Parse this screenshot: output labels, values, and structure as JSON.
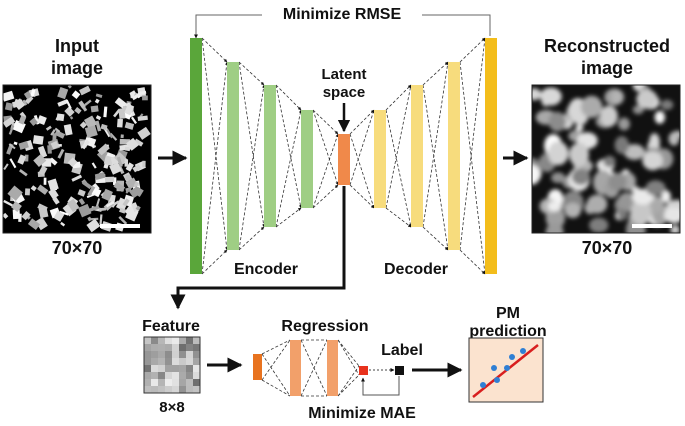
{
  "labels": {
    "input_image": [
      "Input",
      "image"
    ],
    "input_size": "70×70",
    "minimize_rmse": "Minimize RMSE",
    "latent_space": [
      "Latent",
      "space"
    ],
    "reconstructed_image": [
      "Reconstructed",
      "image"
    ],
    "reconstructed_size": "70×70",
    "encoder": "Encoder",
    "decoder": "Decoder",
    "feature": "Feature",
    "feature_size": "8×8",
    "regression": "Regression",
    "label": "Label",
    "minimize_mae": "Minimize MAE",
    "pm_prediction": [
      "PM",
      "prediction"
    ]
  },
  "colors": {
    "encoder_outer": "#5aa63a",
    "encoder_inner": "#9fce84",
    "latent": "#f0894a",
    "decoder_inner": "#f7dc7d",
    "decoder_outer": "#f3bd1b",
    "regression_outer": "#e8731f",
    "regression_inner": "#f2a06a",
    "label_input": "#e8321d",
    "scatter_bg": "#fbe3cf",
    "scatter_points": "#2f7fd4",
    "fit_line": "#d81e1e"
  },
  "icons": {
    "input_image": "noise-texture-image",
    "reconstructed_image": "blob-texture-image",
    "feature_map": "grayscale-grid-image",
    "pm_prediction": "scatter-plot-icon"
  }
}
